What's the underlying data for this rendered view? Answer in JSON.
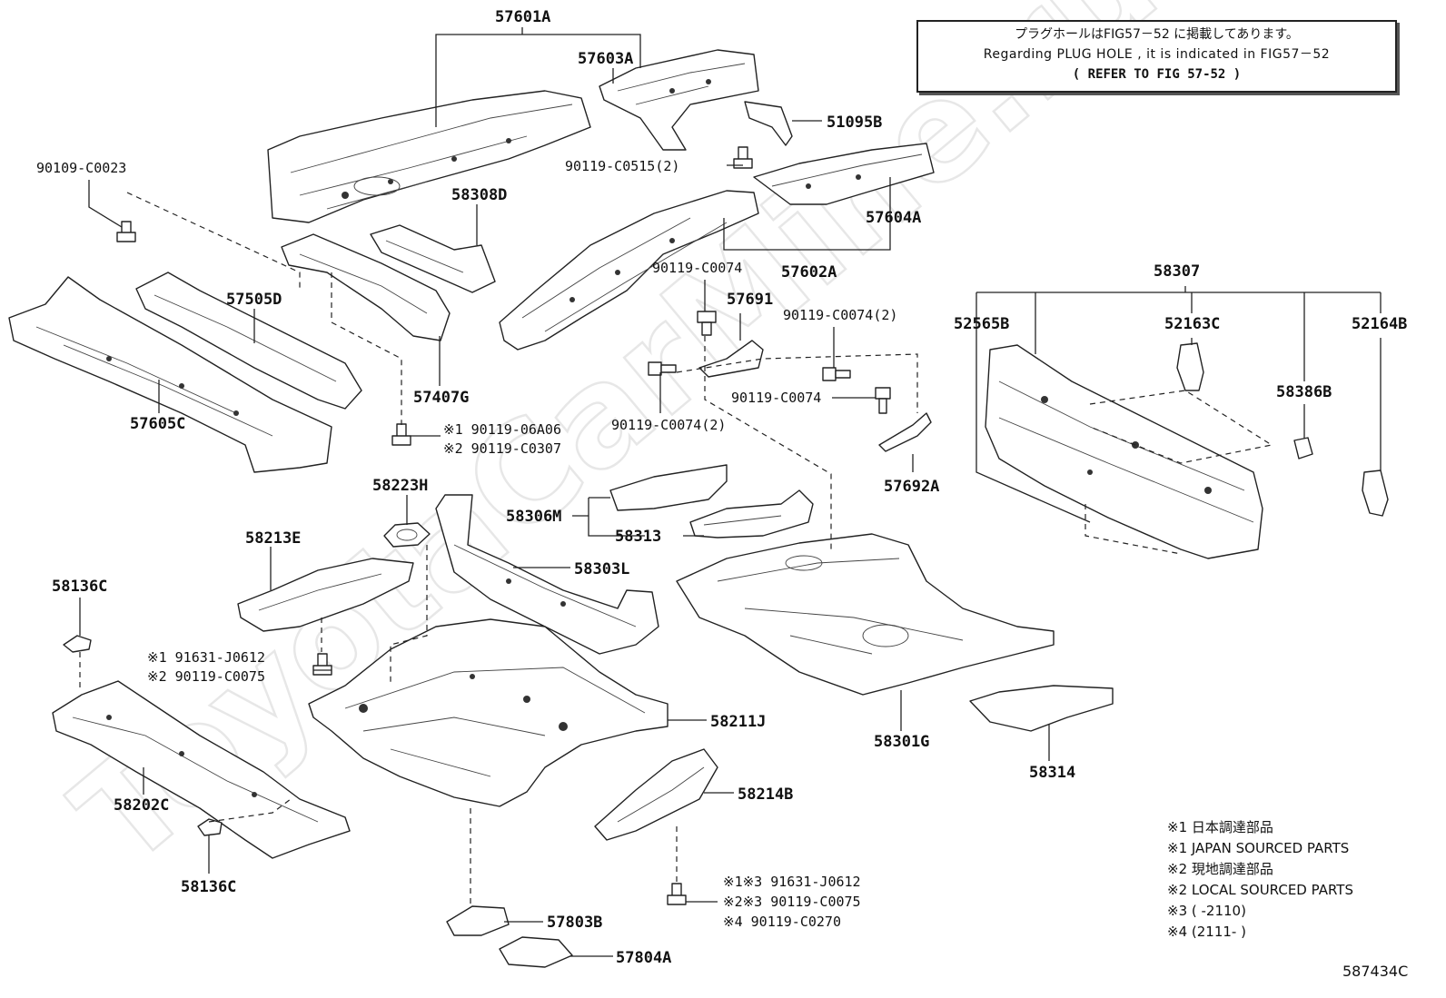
{
  "watermark": "ToyotaCarMine.ru",
  "notice": {
    "line1": "プラグホールはFIG57－52 に掲載してあります。",
    "line2": "Regarding PLUG HOLE , it is indicated in FIG57－52",
    "line3": "(  REFER TO FIG 57-52  )"
  },
  "labels": {
    "p57601A": "57601A",
    "p57603A": "57603A",
    "p51095B": "51095B",
    "p90119C0515": "90119-C0515(2)",
    "p57604A": "57604A",
    "p57602A": "57602A",
    "p90109C0023": "90109-C0023",
    "p58308D": "58308D",
    "p57505D": "57505D",
    "p57407G": "57407G",
    "p57605C": "57605C",
    "p90119C0074_a": "90119-C0074",
    "p57691": "57691",
    "p90119C0074_2a": "90119-C0074(2)",
    "p90119C0074_b": "90119-C0074",
    "p90119C0074_2b": "90119-C0074(2)",
    "p57692A": "57692A",
    "p58307": "58307",
    "p52565B": "52565B",
    "p52163C": "52163C",
    "p52164B": "52164B",
    "p58386B": "58386B",
    "bolt1_l1": "※1 90119-06A06",
    "bolt1_l2": "※2 90119-C0307",
    "p58223H": "58223H",
    "p58306M": "58306M",
    "p58313": "58313",
    "p58213E": "58213E",
    "p58303L": "58303L",
    "p58136C_a": "58136C",
    "bolt2_l1": "※1 91631-J0612",
    "bolt2_l2": "※2 90119-C0075",
    "p58211J": "58211J",
    "p58301G": "58301G",
    "p58314": "58314",
    "p58202C": "58202C",
    "p58214B": "58214B",
    "p58136C_b": "58136C",
    "bolt3_l1": "※1※3 91631-J0612",
    "bolt3_l2": "※2※3 90119-C0075",
    "bolt3_l3": "※4 90119-C0270",
    "p57803B": "57803B",
    "p57804A": "57804A"
  },
  "legend": [
    "※1 日本調達部品",
    "※1 JAPAN SOURCED PARTS",
    "※2 現地調達部品",
    "※2 LOCAL SOURCED PARTS",
    "※3 (        -2110)",
    "※4 (2111-        )"
  ],
  "diagram_id": "587434C"
}
